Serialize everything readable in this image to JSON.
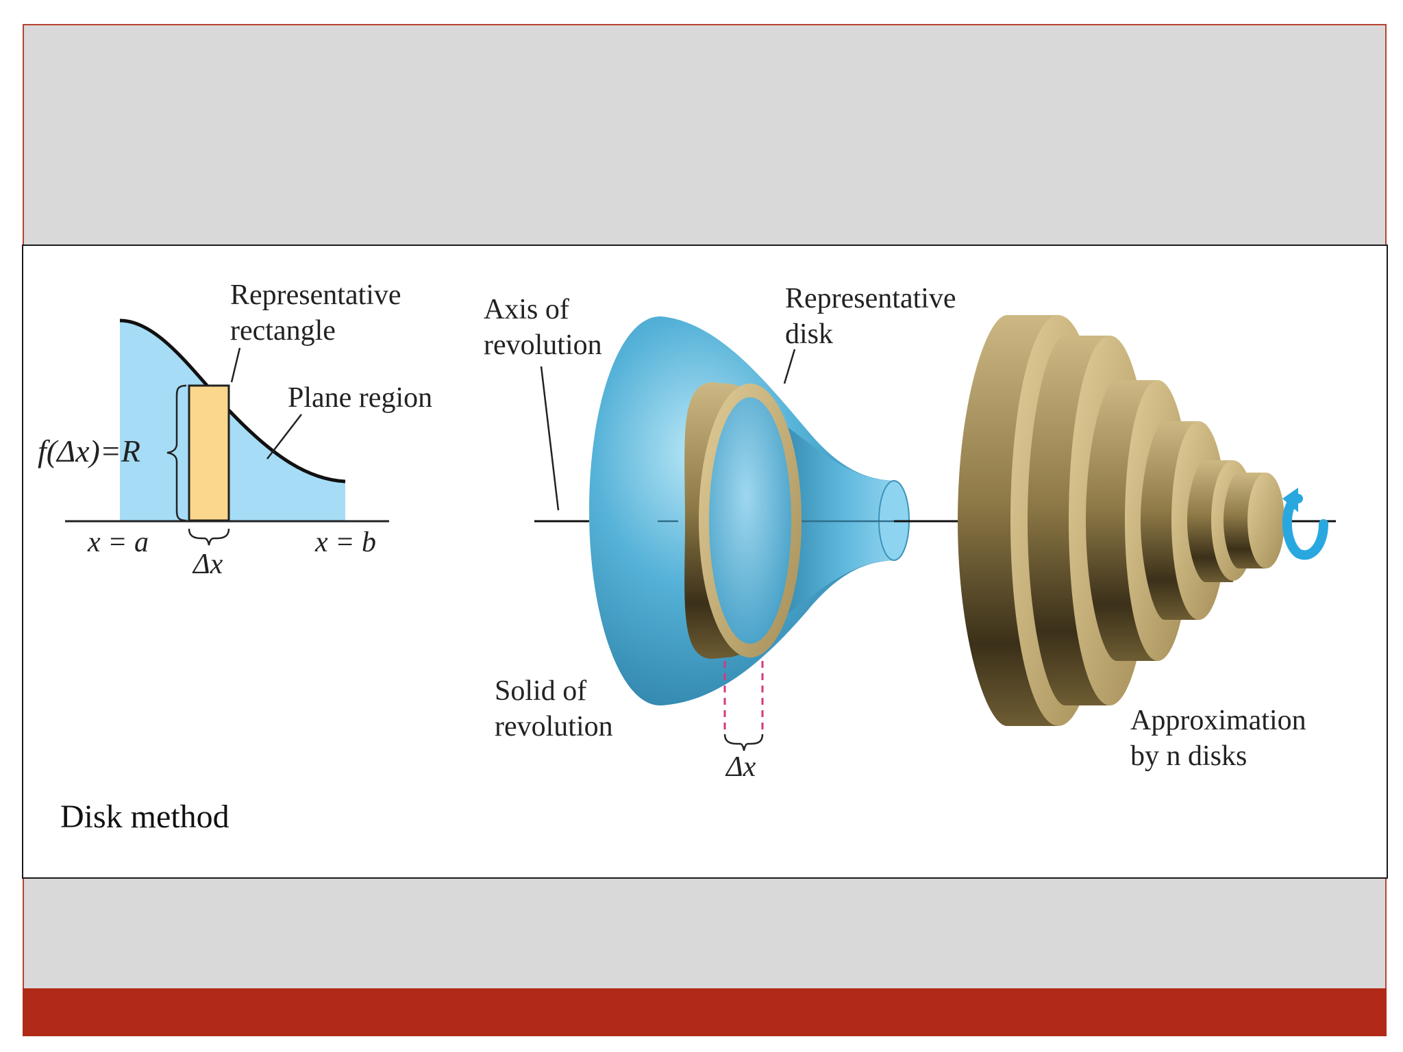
{
  "labels": {
    "rep_rectangle": "Representative\nrectangle",
    "plane_region": "Plane region",
    "radius_label": "f(Δx)=R",
    "x_eq_a": "x = a",
    "x_eq_b": "x = b",
    "delta_x_left": "Δx",
    "axis_of_revolution": "Axis of\nrevolution",
    "rep_disk": "Representative\ndisk",
    "solid_of_revolution": "Solid of\nrevolution",
    "delta_x_mid": "Δx",
    "approximation": "Approximation\nby n disks"
  },
  "caption": "Disk method",
  "colors": {
    "region_fill": "#a6dcf5",
    "rectangle_fill": "#fbd78d",
    "solid_blue": "#4aa5cf",
    "disk_tan": "#b9a26f",
    "rotation_arrow": "#29a8e0",
    "dashed_magenta": "#d4377f",
    "bottom_band": "#b12a17"
  },
  "icons": {
    "rotation": "rotation-arrow-icon"
  }
}
